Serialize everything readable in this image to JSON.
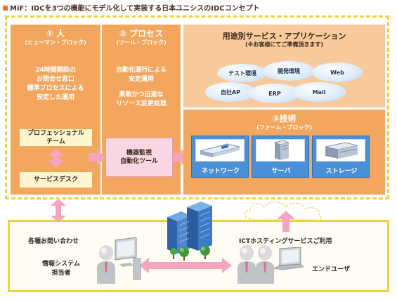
{
  "title": "MiF：IDCを3つの機能にモデル化して実装する日本ユニシスのIDCコンセプト",
  "people_block": {
    "heading": "① 人",
    "subheading": "(ヒューマン・ブロック)",
    "body_lines": [
      "24時間開設の",
      "お問合せ窓口",
      "標準プロセスによる",
      "安定した運用"
    ],
    "box_professional": [
      "プロフェッショナル",
      "チーム"
    ],
    "box_servicedesk": "サービスデスク"
  },
  "process_block": {
    "heading": "② プロセス",
    "subheading": "(ツール・ブロック)",
    "body1_lines": [
      "自動化運行による",
      "安定運用"
    ],
    "body2_lines": [
      "柔軟かつ迅速な",
      "リソース変更処理"
    ],
    "tool_box": [
      "機器監視",
      "自動化ツール"
    ]
  },
  "apps_block": {
    "heading": "用途別サービス・アプリケーション",
    "note": "(※お客様にてご準備頂きます)",
    "ovals": [
      "テスト環境",
      "開発環境",
      "Web",
      "自社AP",
      "ERP",
      "Mail"
    ]
  },
  "tech_block": {
    "heading": "③技術",
    "subheading": "(ファーム・ブロック)",
    "devices": [
      "ネットワーク",
      "サーバ",
      "ストレージ"
    ]
  },
  "bottom": {
    "inquiry_label": "各種お問い合わせ",
    "sys_staff_lines": [
      "情報システム",
      "担当者"
    ],
    "ict_label": "ICTホスティングサービスご利用",
    "end_user_label": "エンドユーザ"
  },
  "icons": [
    "person-icon",
    "computer-icon",
    "building-icon",
    "tree-icon",
    "cloud-icon",
    "network-device-icon",
    "server-icon",
    "storage-icon",
    "double-arrow-icon"
  ],
  "colors": {
    "orange_panel": "#f2a65e",
    "light_orange": "#f8c99b",
    "yellow_border": "#f2d23a",
    "pink_arrow": "#f4a6bf",
    "blue_device": "#4a90d9"
  }
}
